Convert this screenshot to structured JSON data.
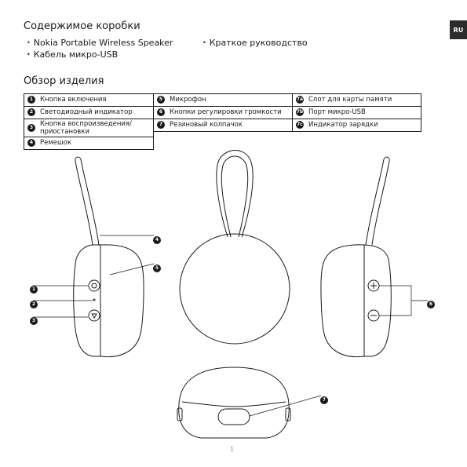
{
  "lang_badge": "RU",
  "box_contents": {
    "title": "Содержимое коробки",
    "items": [
      "Nokia Portable Wireless Speaker",
      "Кабель микро-USB",
      "Краткое руководство"
    ]
  },
  "overview": {
    "title": "Обзор изделия",
    "columns": [
      [
        {
          "num": "1",
          "label": "Кнопка включения"
        },
        {
          "num": "2",
          "label": "Светодиодный индикатор"
        },
        {
          "num": "3",
          "label": "Кнопка воспроизведения/ приостановки"
        },
        {
          "num": "4",
          "label": "Ремешок"
        }
      ],
      [
        {
          "num": "5",
          "label": "Микрофон"
        },
        {
          "num": "6",
          "label": "Кнопки регулировки громкости"
        },
        {
          "num": "7",
          "label": "Резиновый колпачок"
        }
      ],
      [
        {
          "num": "7a",
          "label": "Слот для карты памяти"
        },
        {
          "num": "7b",
          "label": "Порт микро-USB"
        },
        {
          "num": "7c",
          "label": "Индикатор зарядки"
        }
      ]
    ]
  },
  "callouts": [
    "1",
    "2",
    "3",
    "4",
    "5",
    "6",
    "7"
  ],
  "page_number": "1"
}
